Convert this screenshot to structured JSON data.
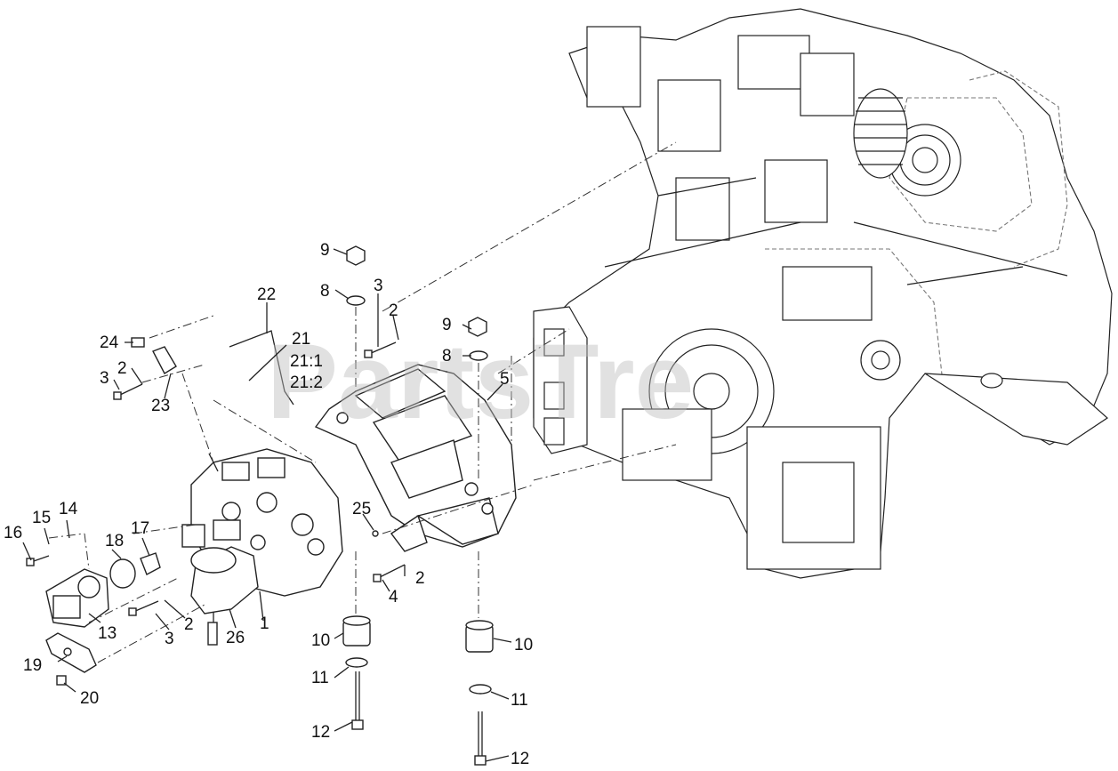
{
  "watermark": "PartsTre",
  "callouts": {
    "c1": "1",
    "c2a": "2",
    "c2b": "2",
    "c2c": "2",
    "c2d": "2",
    "c3a": "3",
    "c3b": "3",
    "c3c": "3",
    "c4": "4",
    "c5": "5",
    "c8a": "8",
    "c8b": "8",
    "c9a": "9",
    "c9b": "9",
    "c10a": "10",
    "c10b": "10",
    "c11a": "11",
    "c11b": "11",
    "c12a": "12",
    "c12b": "12",
    "c13": "13",
    "c14": "14",
    "c15": "15",
    "c16": "16",
    "c17": "17",
    "c18": "18",
    "c19": "19",
    "c20": "20",
    "c21": "21",
    "c21_1": "21:1",
    "c21_2": "21:2",
    "c22": "22",
    "c23": "23",
    "c24": "24",
    "c25": "25",
    "c26": "26"
  }
}
